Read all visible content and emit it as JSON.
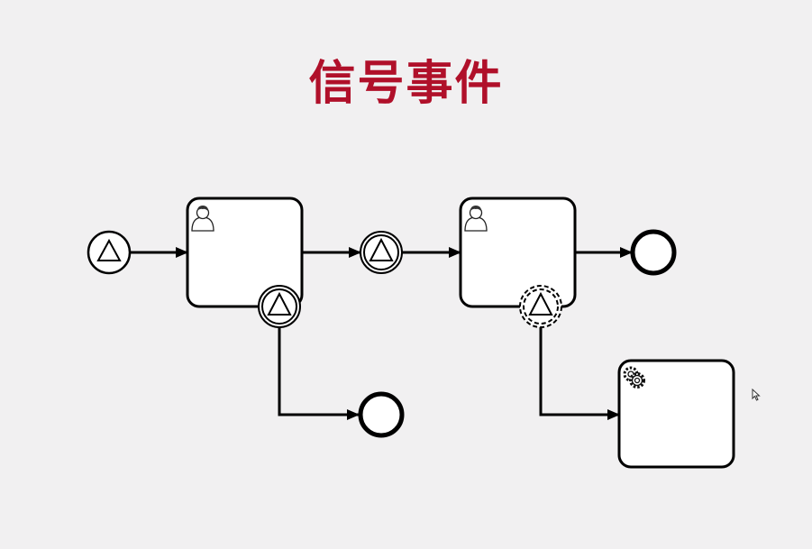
{
  "slide": {
    "title": "信号事件",
    "title_color": "#b0102a",
    "background": "#f1f0f1"
  },
  "diagram": {
    "notation": "BPMN",
    "stroke_color": "#000000",
    "nodes": [
      {
        "id": "signal-start-event",
        "kind": "start-event",
        "marker": "signal"
      },
      {
        "id": "user-task-1",
        "kind": "user-task",
        "icon": "user-icon"
      },
      {
        "id": "signal-boundary-event-interrupting",
        "kind": "boundary-event",
        "marker": "signal",
        "interrupting": true
      },
      {
        "id": "end-event-1",
        "kind": "end-event"
      },
      {
        "id": "signal-intermediate-catch-event",
        "kind": "intermediate-catch-event",
        "marker": "signal"
      },
      {
        "id": "user-task-2",
        "kind": "user-task",
        "icon": "user-icon"
      },
      {
        "id": "signal-boundary-event-non-interrupting",
        "kind": "boundary-event",
        "marker": "signal",
        "interrupting": false
      },
      {
        "id": "end-event-2",
        "kind": "end-event"
      },
      {
        "id": "service-task",
        "kind": "service-task",
        "icon": "gear-icon"
      }
    ],
    "flows": [
      {
        "from": "signal-start-event",
        "to": "user-task-1"
      },
      {
        "from": "user-task-1",
        "to": "signal-intermediate-catch-event"
      },
      {
        "from": "signal-intermediate-catch-event",
        "to": "user-task-2"
      },
      {
        "from": "user-task-2",
        "to": "end-event-2"
      },
      {
        "from": "signal-boundary-event-interrupting",
        "to": "end-event-1"
      },
      {
        "from": "signal-boundary-event-non-interrupting",
        "to": "service-task"
      }
    ]
  }
}
